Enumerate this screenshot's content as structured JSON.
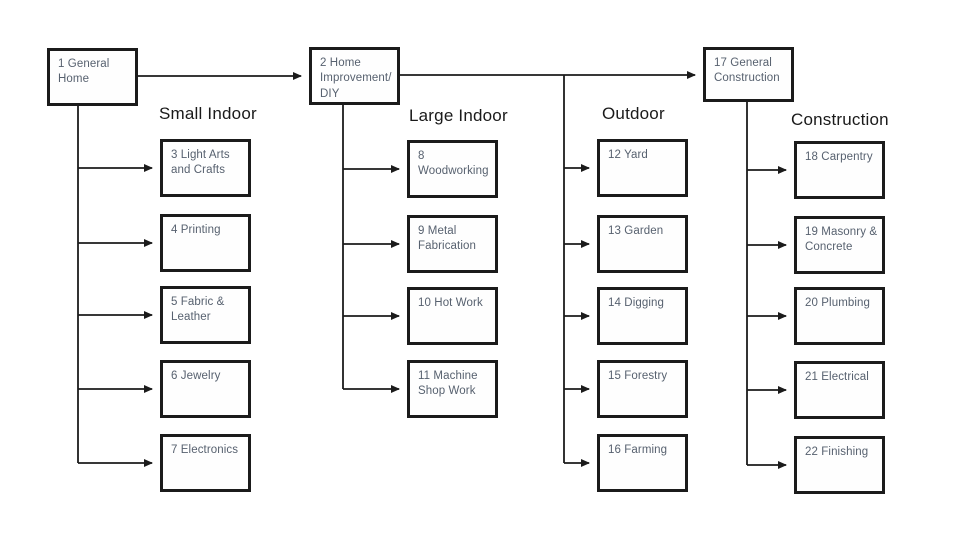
{
  "diagram": {
    "roots": [
      {
        "id": 1,
        "label": "1 General\nHome"
      },
      {
        "id": 2,
        "label": "2 Home\nImprovement/\nDIY"
      },
      {
        "id": 17,
        "label": "17 General\nConstruction"
      }
    ],
    "columns": [
      {
        "header": "Small Indoor",
        "nodes": [
          {
            "id": 3,
            "label": "3 Light Arts\nand Crafts"
          },
          {
            "id": 4,
            "label": "4 Printing"
          },
          {
            "id": 5,
            "label": "5 Fabric &\nLeather"
          },
          {
            "id": 6,
            "label": "6 Jewelry"
          },
          {
            "id": 7,
            "label": "7 Electronics"
          }
        ]
      },
      {
        "header": "Large Indoor",
        "nodes": [
          {
            "id": 8,
            "label": "8\nWoodworking"
          },
          {
            "id": 9,
            "label": "9 Metal\nFabrication"
          },
          {
            "id": 10,
            "label": "10 Hot Work"
          },
          {
            "id": 11,
            "label": "11 Machine\nShop Work"
          }
        ]
      },
      {
        "header": "Outdoor",
        "nodes": [
          {
            "id": 12,
            "label": "12 Yard"
          },
          {
            "id": 13,
            "label": "13 Garden"
          },
          {
            "id": 14,
            "label": "14 Digging"
          },
          {
            "id": 15,
            "label": "15 Forestry"
          },
          {
            "id": 16,
            "label": "16 Farming"
          }
        ]
      },
      {
        "header": "Construction",
        "nodes": [
          {
            "id": 18,
            "label": "18 Carpentry"
          },
          {
            "id": 19,
            "label": "19 Masonry &\nConcrete"
          },
          {
            "id": 20,
            "label": "20 Plumbing"
          },
          {
            "id": 21,
            "label": "21 Electrical"
          },
          {
            "id": 22,
            "label": "22 Finishing"
          }
        ]
      }
    ],
    "colors": {
      "box_border": "#1b1b1b",
      "box_text": "#57616f",
      "header_text": "#1a1a1a",
      "connector": "#1b1b1b",
      "background": "#ffffff"
    }
  }
}
